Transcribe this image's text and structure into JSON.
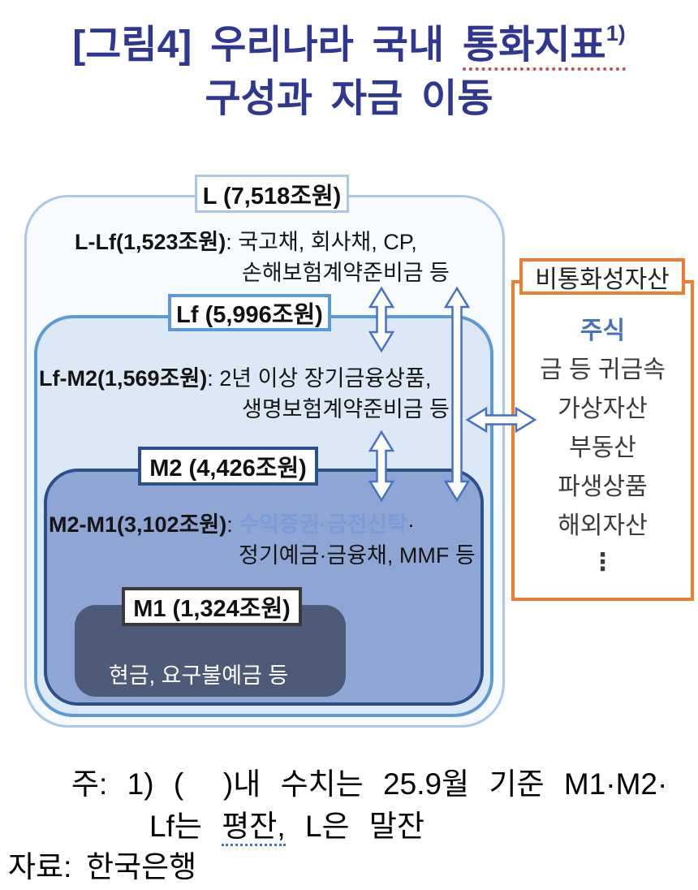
{
  "title": {
    "line1_prefix": "[그림4] 우리나라 국내 ",
    "line1_underlined": "통화지표",
    "line1_sup": "1)",
    "line2": "구성과 자금 이동"
  },
  "diagram": {
    "l": {
      "label": "L (7,518조원)",
      "item_bold": "L-Lf(1,523조원)",
      "sep": ": ",
      "item_line1": "국고채, 회사채, CP,",
      "item_line2": "손해보험계약준비금 등"
    },
    "lf": {
      "label": "Lf (5,996조원)",
      "item_bold": "Lf-M2(1,569조원)",
      "sep": ": ",
      "item_line1": "2년 이상 장기금융상품,",
      "item_line2": "생명보험계약준비금 등"
    },
    "m2": {
      "label": "M2 (4,426조원)",
      "item_bold": "M2-M1(3,102조원)",
      "sep": ": ",
      "item_highlight": "수익증권·금전신탁",
      "item_dot": "·",
      "item_line2": "정기예금·금융채, MMF 등"
    },
    "m1": {
      "label": "M1 (1,324조원)",
      "content": "현금, 요구불예금 등"
    }
  },
  "side_box": {
    "title": "비통화성자산",
    "items": [
      "주식",
      "금 등 귀금속",
      "가상자산",
      "부동산",
      "파생상품",
      "해외자산",
      "⋮"
    ]
  },
  "notes": {
    "line1": "주: 1) (  )내 수치는 25.9월 기준 M1·M2·",
    "line2_prefix": "Lf는 ",
    "line2_underlined": "평잔,",
    "line2_suffix": " L은 말잔",
    "source": "자료: 한국은행"
  },
  "colors": {
    "title_navy": "#2F3793",
    "title_underline_red": "#C0504D",
    "l_border": "#A9C7E9",
    "l_fill": "#F8FBFE",
    "lf_border": "#5B9BD5",
    "lf_fill": "#DCE8F6",
    "m2_border": "#2B4F8C",
    "m2_fill": "#8FA5D3",
    "m1_fill": "#4D5B78",
    "side_box_orange": "#ED7D31",
    "arrow_blue": "#4472C4",
    "highlight_text_blue": "#7B9BD9",
    "note_underline_blue": "#4472C4"
  }
}
